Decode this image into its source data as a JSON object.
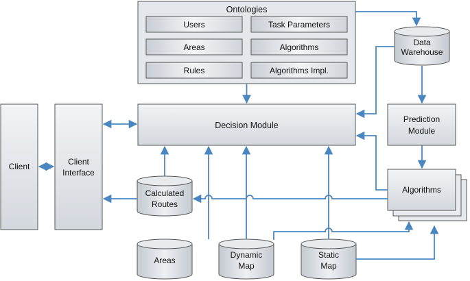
{
  "diagram": {
    "ontologies": {
      "title": "Ontologies",
      "items": [
        "Users",
        "Task Parameters",
        "Areas",
        "Algorithms",
        "Rules",
        "Algorithms Impl."
      ]
    },
    "nodes": {
      "client": "Client",
      "client_interface": [
        "Client",
        "Interface"
      ],
      "decision_module": "Decision Module",
      "data_warehouse": [
        "Data",
        "Warehouse"
      ],
      "prediction_module": [
        "Prediction",
        "Module"
      ],
      "algorithms": "Algorithms",
      "calculated_routes": [
        "Calculated",
        "Routes"
      ],
      "areas": "Areas",
      "dynamic_map": [
        "Dynamic",
        "Map"
      ],
      "static_map": [
        "Static",
        "Map"
      ]
    },
    "colors": {
      "box_border": "#555555",
      "box_fill_top": "#eef0f3",
      "box_fill_bottom": "#cdd2d8",
      "panel_fill": "#e3e6ea",
      "arrow": "#4a86c0"
    }
  }
}
